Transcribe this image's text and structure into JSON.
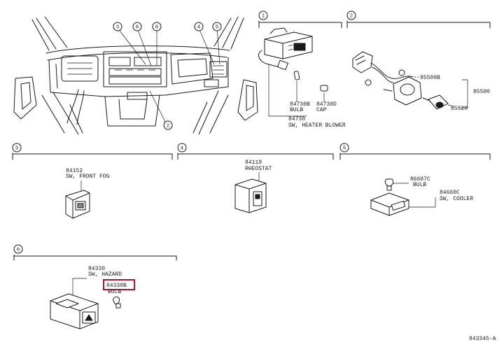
{
  "callouts": {
    "c1": "1",
    "c2": "2",
    "c3": "3",
    "c4": "4",
    "c5": "5",
    "c6": "6"
  },
  "dash_callouts": [
    "3",
    "6",
    "6",
    "4",
    "5",
    "2"
  ],
  "panel1": {
    "part_bulb": "84730B",
    "name_bulb": "BULB",
    "part_cap": "84730D",
    "name_cap": "CAP",
    "part_main": "84730",
    "name_main": "SW, HEATER BLOWER"
  },
  "panel2": {
    "part_a": "85500B",
    "part_b": "85520",
    "part_main": "85500"
  },
  "panel3": {
    "part": "84152",
    "name": "SW, FRONT FOG"
  },
  "panel4": {
    "part": "84119",
    "name": "RHEOSTAT"
  },
  "panel5": {
    "part_bulb": "86607C",
    "name_bulb": "BULB",
    "part_sw": "84660C",
    "name_sw": "SW, COOLER"
  },
  "panel6": {
    "part_main": "84330",
    "name_main": "SW, HAZARD",
    "part_bulb": "84330B",
    "name_bulb": "BULB"
  },
  "diagram_id": "843345-A"
}
